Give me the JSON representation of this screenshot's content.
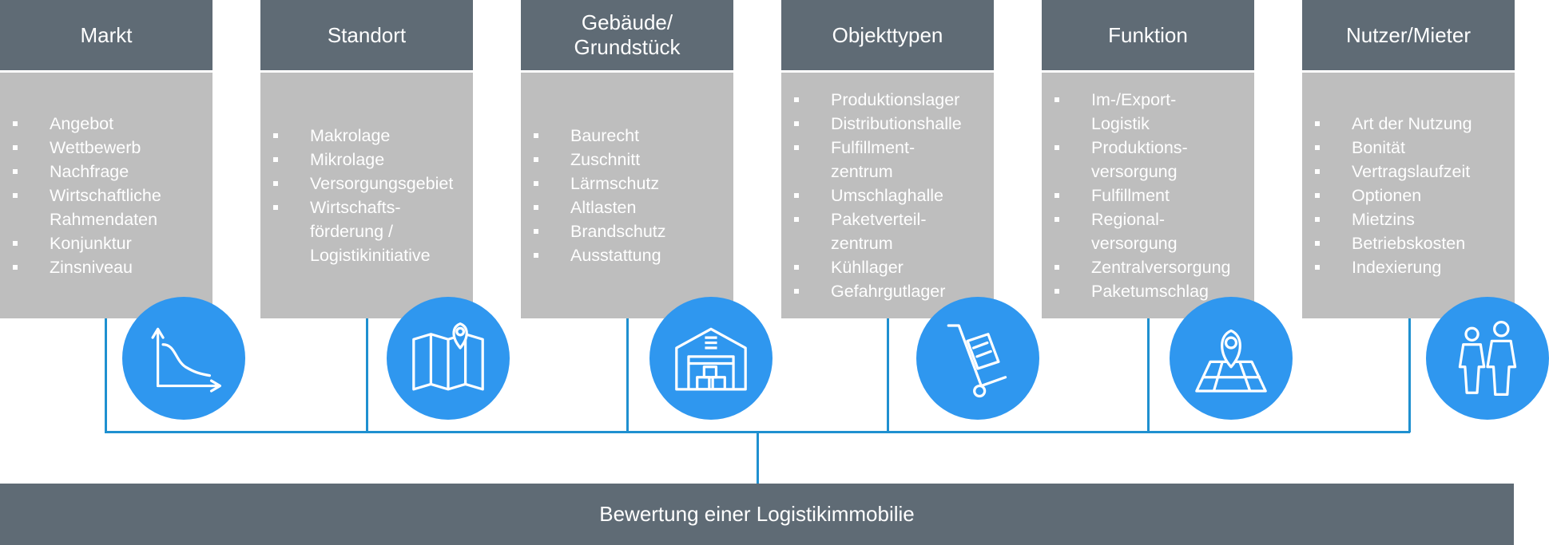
{
  "columns": [
    {
      "title": "Markt",
      "items": [
        "Angebot",
        "Wettbewerb",
        "Nachfrage",
        "Wirtschaftliche\nRahmendaten",
        "Konjunktur",
        "Zinsniveau"
      ],
      "icon": "market-curve-chart-icon"
    },
    {
      "title": "Standort",
      "items": [
        "Makrolage",
        "Mikrolage",
        "Versorgungsgebiet",
        "Wirtschafts-\nförderung /\nLogistikinitiative"
      ],
      "icon": "map-pin-icon"
    },
    {
      "title": "Gebäude/\nGrundstück",
      "items": [
        "Baurecht",
        "Zuschnitt",
        "Lärmschutz",
        "Altlasten",
        "Brandschutz",
        "Ausstattung"
      ],
      "icon": "warehouse-icon"
    },
    {
      "title": "Objekttypen",
      "items": [
        "Produktionslager",
        "Distributionshalle",
        "Fulfillment-\nzentrum",
        "Umschlaghalle",
        "Paketverteil-\nzentrum",
        "Kühllager",
        "Gefahrgutlager"
      ],
      "icon": "hand-truck-icon"
    },
    {
      "title": "Funktion",
      "items": [
        "Im-/Export-\nLogistik",
        "Produktions-\nversorgung",
        "Fulfillment",
        "Regional-\nversorgung",
        "Zentralversorgung",
        "Paketumschlag"
      ],
      "icon": "location-map-icon"
    },
    {
      "title": "Nutzer/Mieter",
      "items": [
        "Art der Nutzung",
        "Bonität",
        "Vertragslaufzeit",
        "Optionen",
        "Mietzins",
        "Betriebskosten",
        "Indexierung"
      ],
      "icon": "users-icon"
    }
  ],
  "footer": {
    "label": "Bewertung einer Logistikimmobilie"
  },
  "colors": {
    "header": "#5f6b75",
    "body": "#bebebe",
    "accent": "#2f97ef",
    "connector": "#1f90d0"
  }
}
